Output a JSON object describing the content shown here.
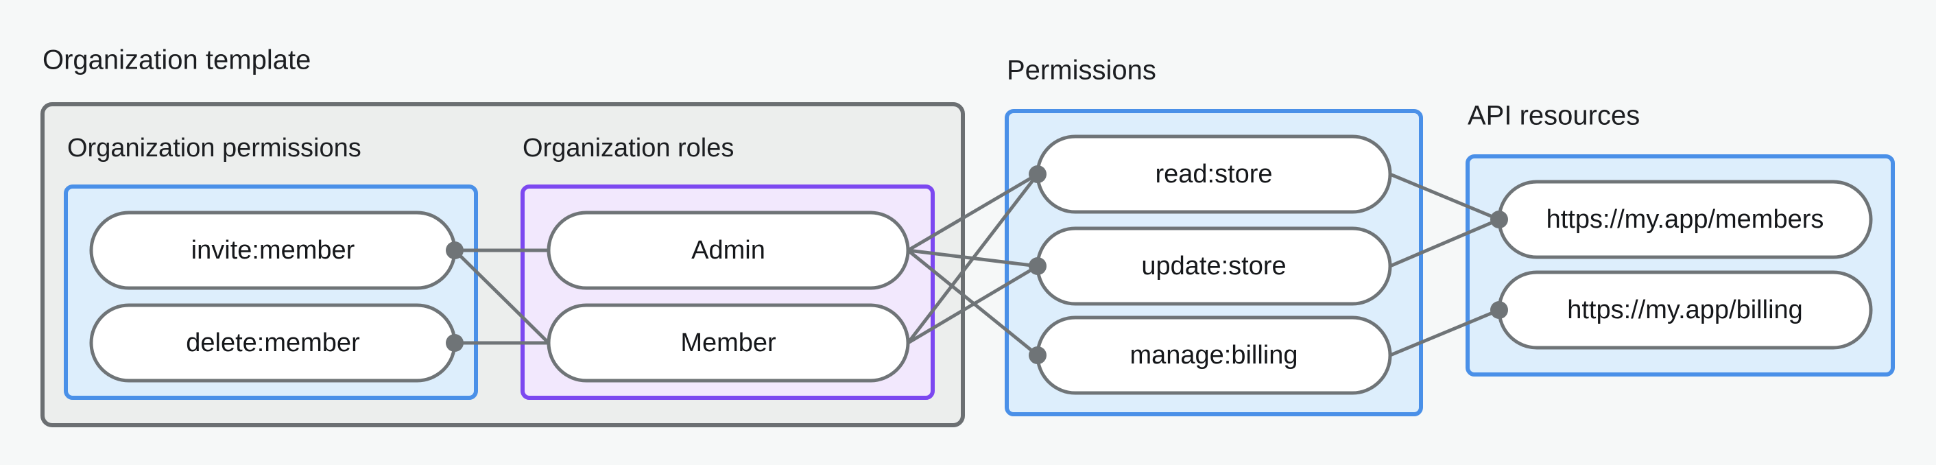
{
  "diagram": {
    "title_organization_template": "Organization template",
    "title_permissions": "Permissions",
    "title_api_resources": "API resources",
    "subtitle_organization_permissions": "Organization permissions",
    "subtitle_organization_roles": "Organization roles",
    "nodes": {
      "invite_member": "invite:member",
      "delete_member": "delete:member",
      "admin": "Admin",
      "member": "Member",
      "read_store": "read:store",
      "update_store": "update:store",
      "manage_billing": "manage:billing",
      "res_members": "https://my.app/members",
      "res_billing": "https://my.app/billing"
    },
    "edges": [
      {
        "from": "invite:member",
        "to": "Admin"
      },
      {
        "from": "invite:member",
        "to": "Member"
      },
      {
        "from": "delete:member",
        "to": "Member"
      },
      {
        "from": "Admin",
        "to": "read:store"
      },
      {
        "from": "Admin",
        "to": "update:store"
      },
      {
        "from": "Admin",
        "to": "manage:billing"
      },
      {
        "from": "Member",
        "to": "read:store"
      },
      {
        "from": "Member",
        "to": "update:store"
      },
      {
        "from": "read:store",
        "to": "https://my.app/members"
      },
      {
        "from": "update:store",
        "to": "https://my.app/members"
      },
      {
        "from": "manage:billing",
        "to": "https://my.app/billing"
      }
    ],
    "colors": {
      "background": "#f6f8f8",
      "outer_group_fill": "#eceeed",
      "outer_group_stroke": "#6b6f72",
      "blue_group_fill": "#ddeefc",
      "blue_group_stroke": "#4a90e8",
      "purple_group_fill": "#f2e8fd",
      "purple_group_stroke": "#7c48f0",
      "node_fill": "#ffffff",
      "node_stroke": "#6f7477",
      "edge_stroke": "#6f7477",
      "text": "#15171a"
    }
  }
}
